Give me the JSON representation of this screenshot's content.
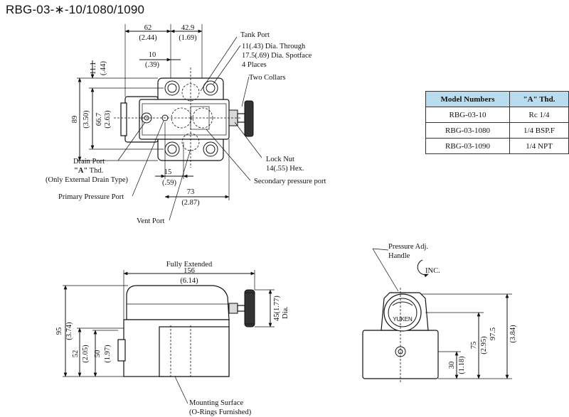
{
  "title": "RBG-03-∗-10/1080/1090",
  "top_view": {
    "dims": {
      "d62": "62",
      "d62_in": "(2.44)",
      "d429": "42.9",
      "d429_in": "(1.69)",
      "d10": "10",
      "d10_in": "(.39)",
      "d111": "11.1",
      "d111_in": "(.44)",
      "d89": "89",
      "d89_in": "(3.50)",
      "d667": "66.7",
      "d667_in": "(2.63)",
      "d15": "15",
      "d15_in": "(.59)",
      "d73": "73",
      "d73_in": "(2.87)"
    },
    "labels": {
      "tank_port": "Tank Port",
      "holes_1": "11(.43) Dia. Through",
      "holes_2": "17.5(.69) Dia. Spotface",
      "holes_3": "4 Places",
      "two_collars": "Two Collars",
      "drain_port": "Drain Port",
      "a_thd_a": "\"A\"",
      "a_thd_b": " Thd.",
      "only_ext": "(Only External Drain Type)",
      "primary": "Primary Pressure  Port",
      "vent": "Vent Port",
      "lock_nut": "Lock Nut",
      "hex": "14(.55) Hex.",
      "secondary": "Secondary pressure port"
    }
  },
  "table": {
    "headers": [
      "Model Numbers",
      "\"A\" Thd."
    ],
    "rows": [
      [
        "RBG-03-10",
        "Rc 1/4"
      ],
      [
        "RBG-03-1080",
        "1/4 BSP.F"
      ],
      [
        "RBG-03-1090",
        "1/4 NPT"
      ]
    ]
  },
  "front_view": {
    "fully_extended": "Fully Extended",
    "d156": "156",
    "d156_in": "(6.14)",
    "d45": "45(1.77)",
    "dia": "Dia.",
    "d95": "95",
    "d95_in": "(3.74)",
    "d52": "52",
    "d52_in": "(2.05)",
    "d50": "50",
    "d50_in": "(1.97)",
    "mounting_1": "Mounting Surface",
    "mounting_2": "(O-Rings Furnished)"
  },
  "side_view": {
    "handle_1": "Pressure Adj.",
    "handle_2": "Handle",
    "inc": "INC.",
    "brand": "YUKEN",
    "d30": "30",
    "d30_in": "(1.18)",
    "d75": "75",
    "d75_in": "(2.95)",
    "d975": "97.5",
    "d975_in": "(3.84)"
  }
}
